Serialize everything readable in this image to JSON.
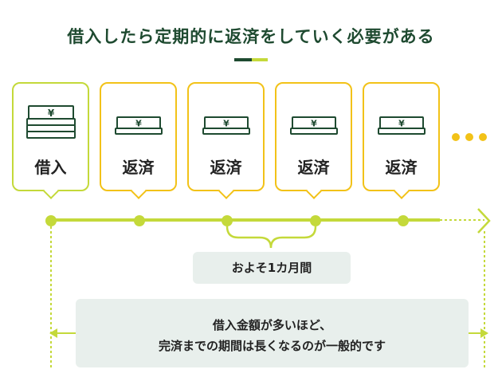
{
  "title": "借入したら定期的に返済をしていく必要がある",
  "currency_symbol": "¥",
  "cards": [
    {
      "label": "借入",
      "kind": "borrow"
    },
    {
      "label": "返済",
      "kind": "repay"
    },
    {
      "label": "返済",
      "kind": "repay"
    },
    {
      "label": "返済",
      "kind": "repay"
    },
    {
      "label": "返済",
      "kind": "repay"
    }
  ],
  "period_label": "およそ1カ月間",
  "note": {
    "line1": "借入金額が多いほど、",
    "line2": "完済までの期間は長くなるのが一般的です"
  },
  "colors": {
    "title": "#1e4a30",
    "accent_green": "#c4d93a",
    "accent_yellow": "#f2c218",
    "box_bg": "#e8efec"
  }
}
